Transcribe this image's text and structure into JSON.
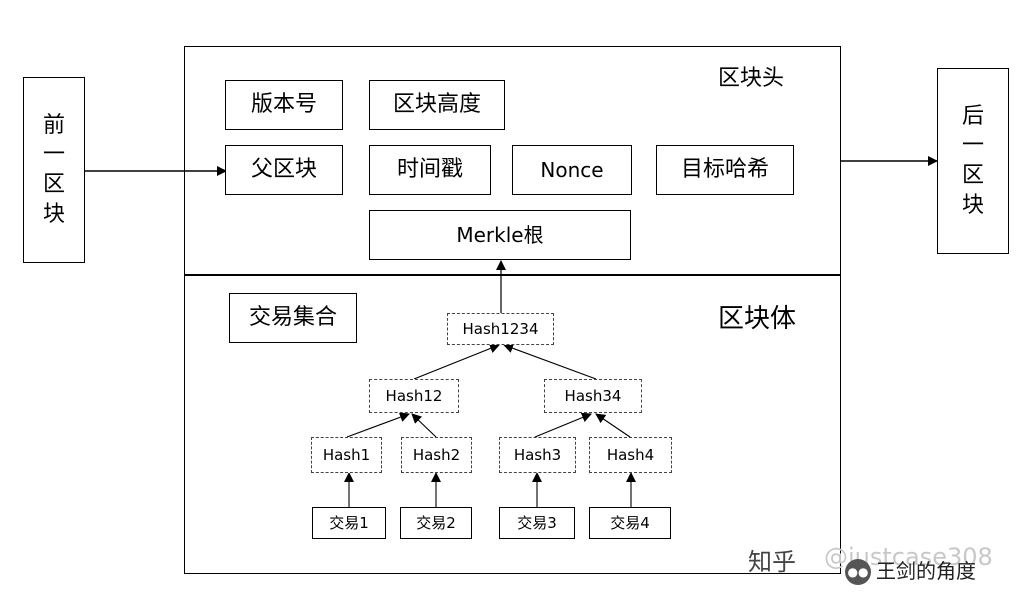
{
  "prev_block": {
    "chars": [
      "前",
      "一",
      "区",
      "块"
    ]
  },
  "next_block": {
    "chars": [
      "后",
      "一",
      "区",
      "块"
    ]
  },
  "block_header": {
    "title": "区块头",
    "fields": {
      "version": "版本号",
      "height": "区块高度",
      "parent": "父区块",
      "timestamp": "时间戳",
      "nonce": "Nonce",
      "target": "目标哈希",
      "merkle_root": "Merkle根"
    }
  },
  "block_body": {
    "title": "区块体",
    "tx_set": "交易集合",
    "hashes": {
      "root": "Hash1234",
      "h12": "Hash12",
      "h34": "Hash34",
      "h1": "Hash1",
      "h2": "Hash2",
      "h3": "Hash3",
      "h4": "Hash4"
    },
    "transactions": [
      "交易1",
      "交易2",
      "交易3",
      "交易4"
    ]
  },
  "watermark": {
    "site": "知乎",
    "handle": "@justcase308",
    "account": "王剑的角度"
  }
}
